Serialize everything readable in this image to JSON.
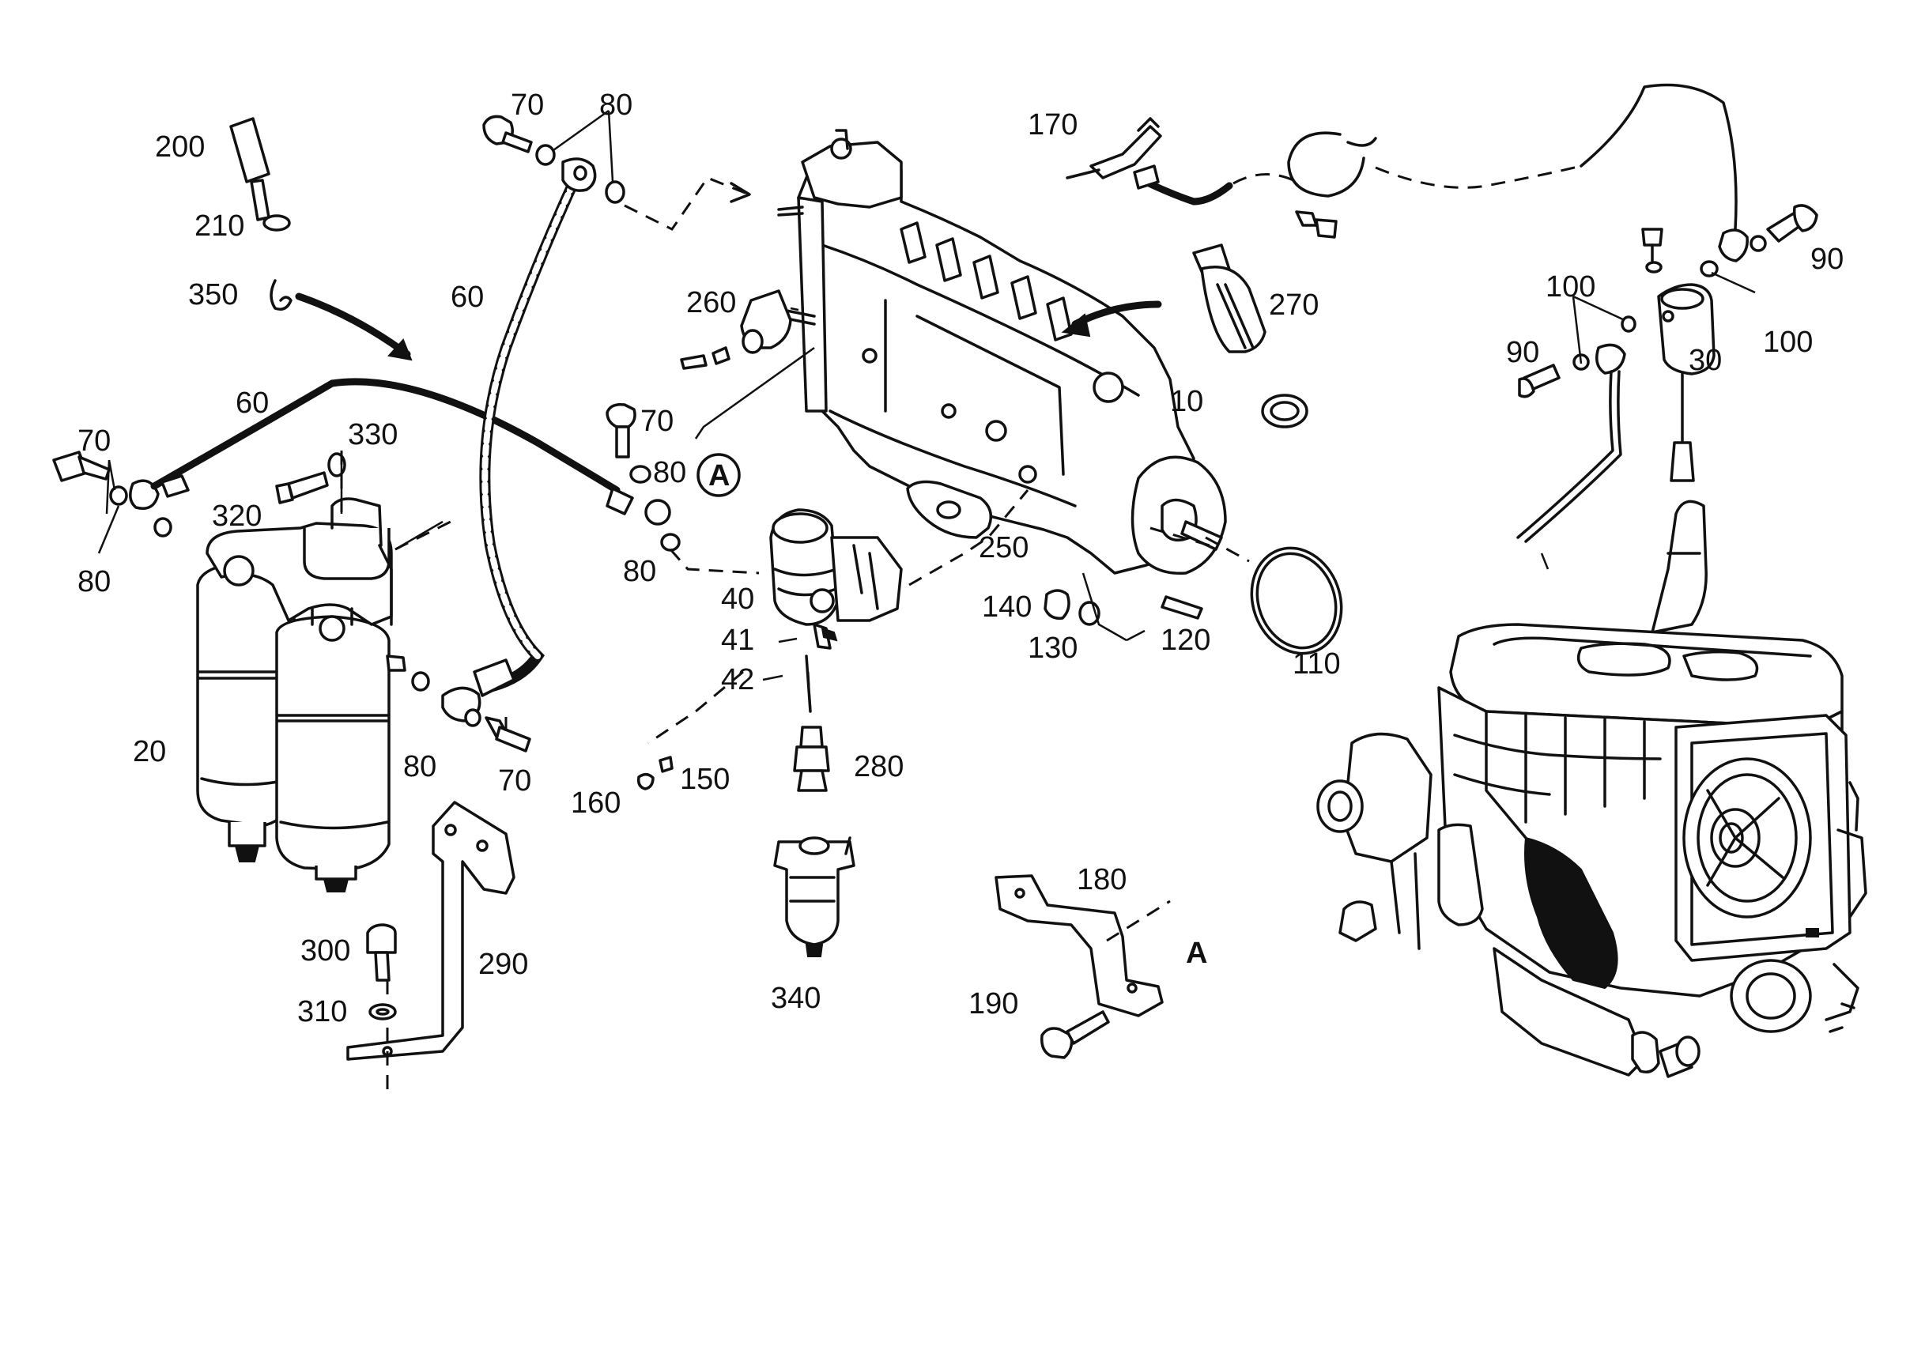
{
  "diagram": {
    "labels": {
      "l10": "10",
      "l20": "20",
      "l30": "30",
      "l40": "40",
      "l41": "41",
      "l42": "42",
      "l60a": "60",
      "l60b": "60",
      "l70a": "70",
      "l70b": "70",
      "l70c": "70",
      "l70d": "70",
      "l80a": "80",
      "l80b": "80",
      "l80c": "80",
      "l80d": "80",
      "l80e": "80",
      "l90a": "90",
      "l90b": "90",
      "l100a": "100",
      "l100b": "100",
      "l110": "110",
      "l120": "120",
      "l130": "130",
      "l140": "140",
      "l150": "150",
      "l160": "160",
      "l170": "170",
      "l180": "180",
      "l190": "190",
      "l200": "200",
      "l210": "210",
      "l250": "250",
      "l260": "260",
      "l270": "270",
      "l280": "280",
      "l290": "290",
      "l300": "300",
      "l310": "310",
      "l320": "320",
      "l330": "330",
      "l340": "340",
      "l350": "350",
      "refA_circled": "A",
      "refA_plain": "A"
    }
  }
}
